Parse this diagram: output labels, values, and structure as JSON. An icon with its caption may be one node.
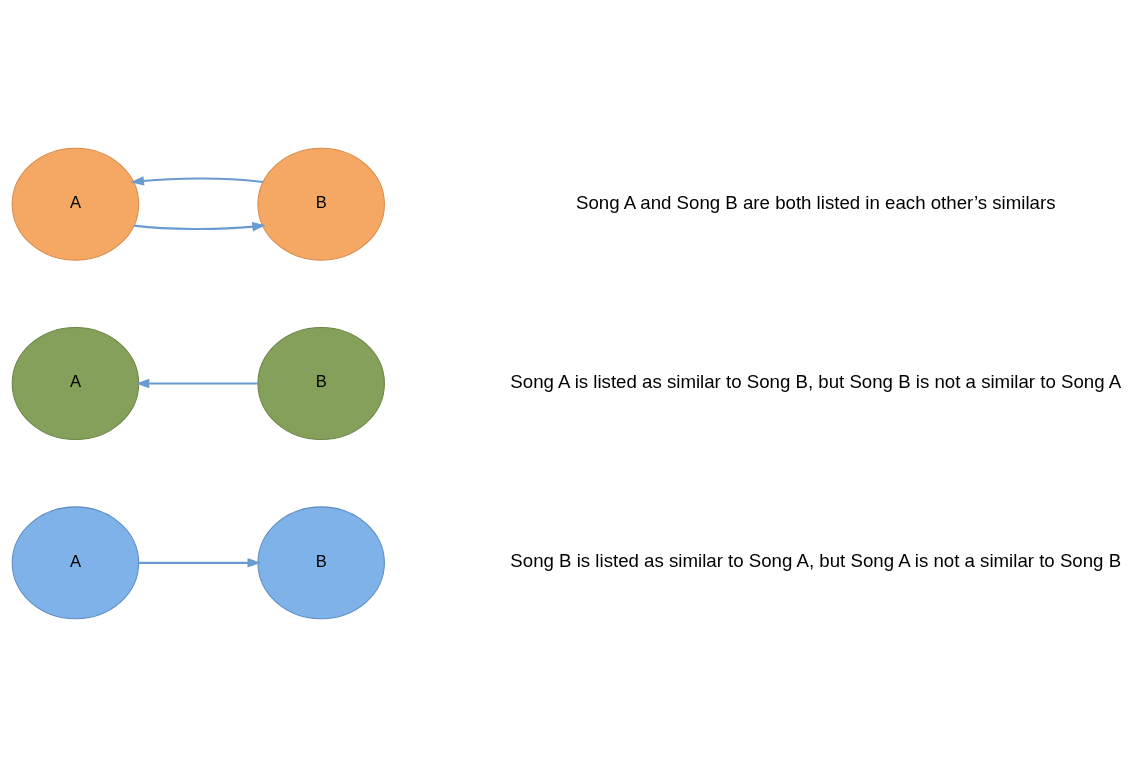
{
  "diagram": {
    "nodes": [
      {
        "text": [
          "A"
        ]
      },
      {
        "text": [
          "B"
        ]
      },
      {
        "text": [
          "A"
        ]
      },
      {
        "text": [
          "B"
        ]
      },
      {
        "text": [
          "A"
        ]
      },
      {
        "text": [
          "B"
        ]
      }
    ],
    "edges": [
      {
        "from": 0,
        "to": 1,
        "arrow": "to"
      },
      {
        "from": 3,
        "to": 2,
        "arrow": "to"
      },
      {
        "from": 4,
        "to": 5,
        "arrow": "to"
      },
      {
        "from": 5,
        "to": 4,
        "arrow": "to"
      }
    ],
    "labels": [
      "Song B is listed as similar to Song A, but Song A is not a similar to Song B",
      "Song A is listed as similar to Song B, but Song B is not a similar to Song A",
      "Song A and Song B are both listed in each other’s similars"
    ]
  }
}
